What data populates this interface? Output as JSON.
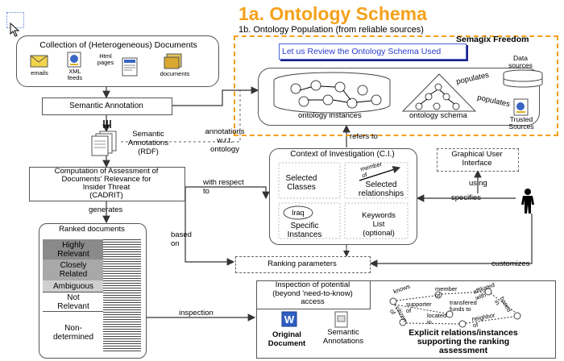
{
  "header": {
    "title": "1a.  Ontology Schema",
    "subtitle": "1b.  Ontology Population (from reliable sources)",
    "tooltip": "Let us Review the Ontology Schema Used",
    "system_label": "Semagix Freedom"
  },
  "colors": {
    "accent": "#f5a11a",
    "tooltip_border": "#4a63d8",
    "tooltip_text": "#2a3cd0"
  },
  "documents": {
    "heading": "Collection of (Heterogeneous) Documents",
    "items": [
      {
        "label": "emails",
        "icon": "envelope-icon"
      },
      {
        "label": "XML\nfeeds",
        "icon": "xml-feed-icon"
      },
      {
        "label": "Html\npages",
        "icon": "html-page-icon"
      },
      {
        "label": "documents",
        "icon": "documents-icon"
      }
    ]
  },
  "semantic_annotation": "Semantic Annotation",
  "semantic_annotations_rdf": "Semantic\nAnnotations\n(RDF)",
  "annotations_wrt": "annotations\nw.r.t.\nontology",
  "ontology": {
    "instances_label": "ontology instances",
    "schema_label": "ontology schema",
    "populates_1": "populates",
    "populates_2": "populates",
    "data_sources": "Data\nsources",
    "trusted_sources": "Trusted\nSources"
  },
  "refers_to": "refers to",
  "cadrit": "Computation of Assessment of\nDocuments' Relevance for\nInsider Threat\n(CADRIT)",
  "with_respect_to": "with respect\nto",
  "generates": "generates",
  "based_on": "based\non",
  "ci": {
    "title": "Context of Investigation (C.I.)",
    "selected_classes": "Selected\nClasses",
    "member_of": "member\nof",
    "selected_relationships": "Selected\nrelationships",
    "iraq": "Iraq",
    "specific_instances": "Specific\nInstances",
    "keywords": "Keywords\nList\n(optional)"
  },
  "gui": {
    "label": "Graphical User\nInterface",
    "using": "using",
    "specifies": "specifies",
    "customizes": "customizes",
    "user_icon": "person-icon"
  },
  "ranking_parameters": "Ranking parameters",
  "ranked": {
    "heading": "Ranked documents",
    "rows": [
      {
        "label": "Highly\nRelevant"
      },
      {
        "label": "Closely\nRelated"
      },
      {
        "label": "Ambiguous"
      },
      {
        "label": "Not\nRelevant"
      },
      {
        "label": "Non-\ndetermined"
      }
    ]
  },
  "inspection": "inspection",
  "inspection_box": {
    "title": "Inspection of potential\n(beyond 'need-to-know)\naccess",
    "original_document": "Original\nDocument",
    "semantic_annotations": "Semantic\nAnnotations",
    "explicit": "Explicit relations/instances\nsupporting the ranking\nassessment",
    "graph_labels": [
      "knows",
      "member\nof",
      "affiliated\nwith",
      "supporter\nof",
      "transfered\nfunds to",
      "based\nin",
      "citizen\nof",
      "located\nin",
      "neighbor\nof"
    ]
  }
}
